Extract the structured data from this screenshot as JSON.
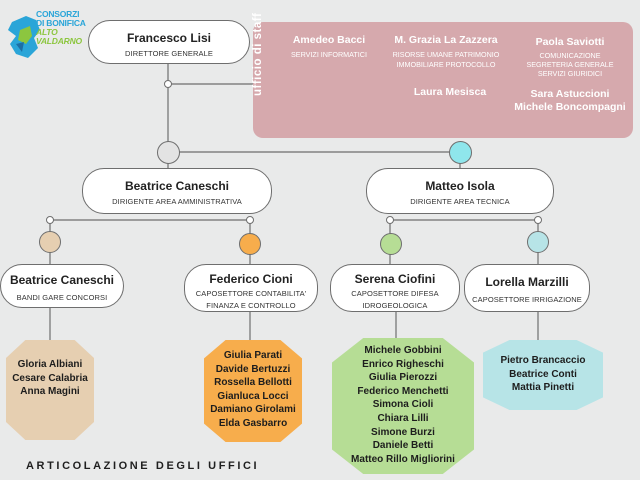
{
  "logo": {
    "line1": "CONSORZI",
    "line2": "DI BONIFICA",
    "line3": "ALTO",
    "line4": "VALDARNO"
  },
  "director": {
    "name": "Francesco Lisi",
    "role": "DIRETTORE GENERALE"
  },
  "staff": {
    "label": "ufficio di staff",
    "members": [
      {
        "name": "Amedeo Bacci",
        "role": "SERVIZI INFORMATICI"
      },
      {
        "name": "M. Grazia La Zazzera",
        "role_lines": [
          "RISORSE UMANE PATRIMONIO",
          "IMMOBILIARE PROTOCOLLO"
        ]
      },
      {
        "name": "Laura Mesisca"
      },
      {
        "name": "Paola Saviotti",
        "role_lines": [
          "COMUNICAZIONE",
          "SEGRETERIA GENERALE",
          "SERVIZI GIURIDICI"
        ]
      },
      {
        "name": "Sara Astuccioni"
      },
      {
        "name": "Michele Boncompagni"
      }
    ]
  },
  "areas": [
    {
      "name": "Beatrice Caneschi",
      "role": "DIRIGENTE AREA AMMINISTRATIVA"
    },
    {
      "name": "Matteo Isola",
      "role": "DIRIGENTE AREA TECNICA"
    }
  ],
  "sectors": [
    {
      "name": "Beatrice Caneschi",
      "role_lines": [
        "BANDI GARE CONCORSI"
      ],
      "members": [
        "Gloria Albiani",
        "Cesare Calabria",
        "Anna Magini"
      ]
    },
    {
      "name": "Federico Cioni",
      "role_lines": [
        "CAPOSETTORE CONTABILITA'",
        "FINANZA E CONTROLLO"
      ],
      "members": [
        "Giulia Parati",
        "Davide Bertuzzi",
        "Rossella Bellotti",
        "Gianluca Locci",
        "Damiano Girolami",
        "Elda Gasbarro"
      ]
    },
    {
      "name": "Serena Ciofini",
      "role_lines": [
        "CAPOSETTORE DIFESA",
        "IDROGEOLOGICA"
      ],
      "members": [
        "Michele Gobbini",
        "Enrico Righeschi",
        "Giulia Pierozzi",
        "Federico Menchetti",
        "Simona Cioli",
        "Chiara Lilli",
        "Simone Burzi",
        "Daniele Betti",
        "Matteo Rillo Migliorini"
      ]
    },
    {
      "name": "Lorella Marzilli",
      "role_lines": [
        "CAPOSETTORE IRRIGAZIONE"
      ],
      "members": [
        "Pietro Brancaccio",
        "Beatrice Conti",
        "Mattia Pinetti"
      ]
    }
  ],
  "colors": {
    "background": "#e9eaea",
    "staff": "#d6a9ad",
    "admin_dot": "#e3e3e3",
    "tech_dot": "#8fe6ec",
    "sector1": "#e6cfb1",
    "sector2": "#f7ad4c",
    "sector3": "#b6dd95",
    "sector4": "#b7e4e7"
  },
  "footer": "ARTICOLAZIONE DEGLI UFFICI"
}
